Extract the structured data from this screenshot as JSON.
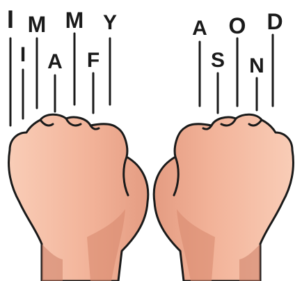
{
  "left_hand": {
    "letters": [
      "I",
      "I",
      "M",
      "A",
      "M",
      "F",
      "Y"
    ],
    "stroke_color": "#1a1a1a",
    "skin_color": "#efae95"
  },
  "right_hand": {
    "letters": [
      "A",
      "S",
      "O",
      "N",
      "D"
    ],
    "stroke_color": "#1a1a1a",
    "skin_color": "#efae95"
  }
}
